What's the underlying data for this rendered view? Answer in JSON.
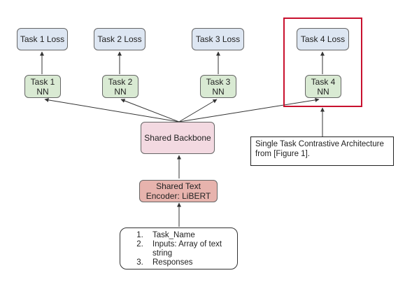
{
  "tasks": [
    {
      "loss": "Task 1 Loss",
      "nn_line1": "Task 1",
      "nn_line2": "NN"
    },
    {
      "loss": "Task 2 Loss",
      "nn_line1": "Task 2",
      "nn_line2": "NN"
    },
    {
      "loss": "Task 3 Loss",
      "nn_line1": "Task 3",
      "nn_line2": "NN"
    },
    {
      "loss": "Task 4 Loss",
      "nn_line1": "Task 4",
      "nn_line2": "NN"
    }
  ],
  "backbone": "Shared Backbone",
  "encoder": {
    "line1": "Shared Text",
    "line2": "Encoder: LiBERT"
  },
  "inputs": [
    "Task_Name",
    "Inputs: Array of text string",
    "Responses"
  ],
  "note": "Single Task Contrastive Architecture from [Figure 1].",
  "colors": {
    "loss_fill": "#dde6f2",
    "nn_fill": "#d9ead3",
    "backbone_fill": "#f3d9e1",
    "encoder_fill": "#e7b3ad",
    "highlight": "#c8102e"
  }
}
